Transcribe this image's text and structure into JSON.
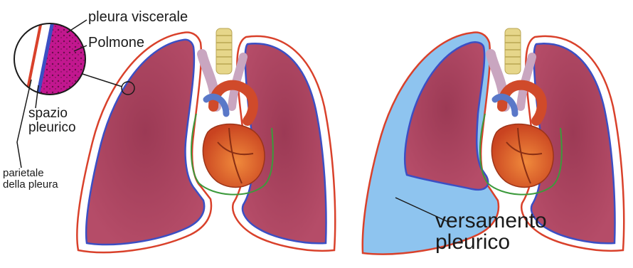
{
  "labels": {
    "pleura_viscerale": "pleura viscerale",
    "polmone": "Polmone",
    "spazio_pleurico_line1": "spazio",
    "spazio_pleurico_line2": "pleurico",
    "parietale_line1": "parietale",
    "parietale_line2": "della pleura",
    "versamento_line1": "versamento",
    "versamento_line2": "pleurico"
  },
  "colors": {
    "lung_tissue": "#a8435d",
    "lung_outline": "#c0392b",
    "visceral_pleura": "#3b4fc4",
    "pleural_space": "#ffffff",
    "parietal_pleura": "#d9412b",
    "pleural_effusion": "#8ec4ef",
    "magnified_lung": "#c2178f",
    "heart": "#e0622d",
    "pericardium": "#3c9a3c",
    "trachea": "#e6d68a"
  },
  "panels": [
    {
      "name": "normal-lungs",
      "effusion": false
    },
    {
      "name": "effusion-lungs",
      "effusion": true
    }
  ]
}
